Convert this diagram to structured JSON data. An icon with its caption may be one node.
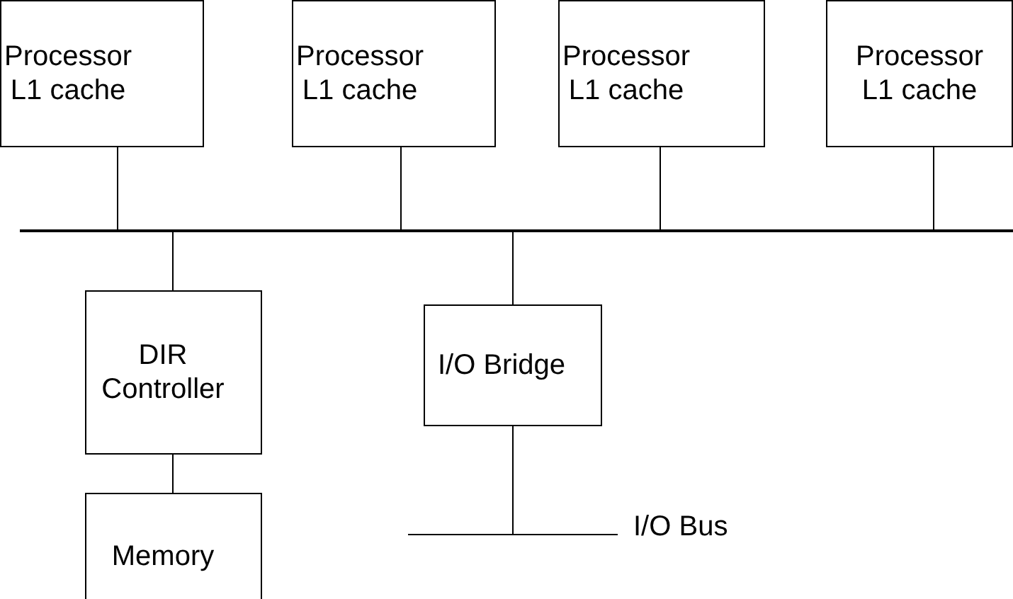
{
  "diagram": {
    "nodes": [
      {
        "text": [
          "Processor L1 cache"
        ]
      },
      {
        "text": [
          "Processor L1 cache"
        ]
      },
      {
        "text": [
          "Processor L1 cache"
        ]
      },
      {
        "text": [
          "Processor L1 cache"
        ]
      },
      {
        "text": [],
        "shape": "bar"
      },
      {
        "text": [
          "DIR Controller"
        ]
      },
      {
        "text": [
          "I/O Bridge"
        ]
      },
      {
        "text": [
          "Memory"
        ]
      },
      {
        "text": [],
        "shape": "bar",
        "beside": [
          "I/O Bus"
        ]
      }
    ],
    "edges": [
      {
        "from": 0,
        "to": 4,
        "arrow": "none"
      },
      {
        "from": 1,
        "to": 4,
        "arrow": "none"
      },
      {
        "from": 2,
        "to": 4,
        "arrow": "none"
      },
      {
        "from": 3,
        "to": 4,
        "arrow": "none"
      },
      {
        "from": 4,
        "to": 5,
        "arrow": "none"
      },
      {
        "from": 4,
        "to": 6,
        "arrow": "none"
      },
      {
        "from": 5,
        "to": 7,
        "arrow": "none"
      },
      {
        "from": 6,
        "to": 8,
        "arrow": "none"
      }
    ]
  }
}
